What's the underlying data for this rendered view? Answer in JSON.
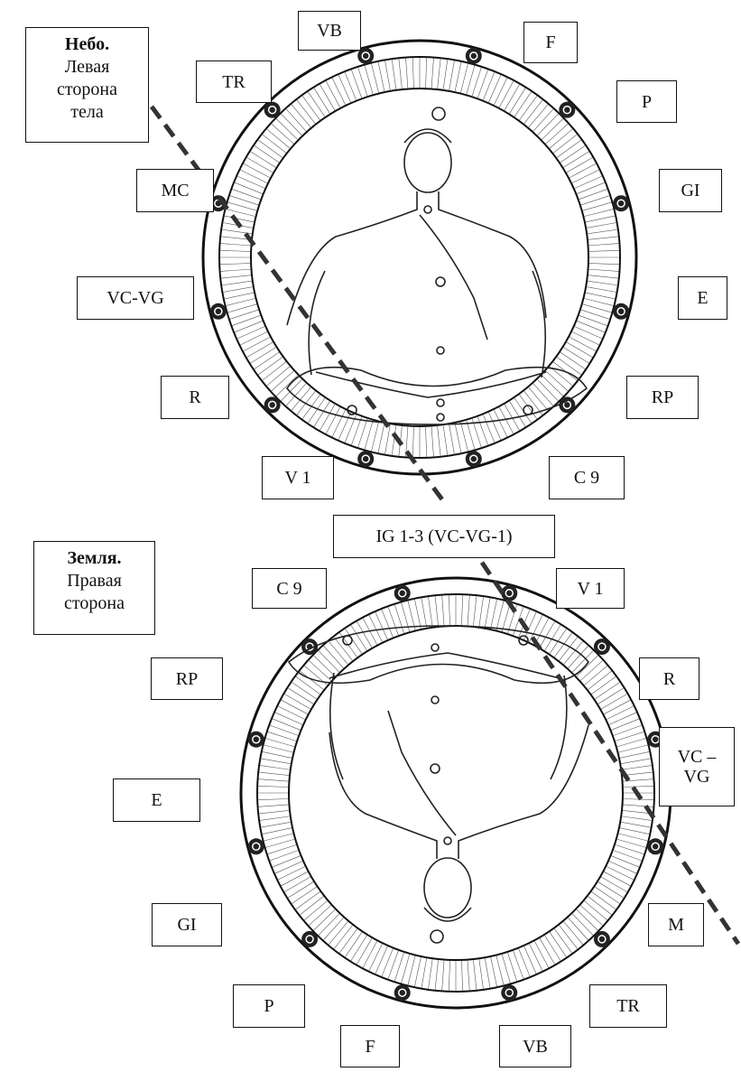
{
  "colors": {
    "ink": "#111111",
    "paper": "#ffffff",
    "shade": "#555555"
  },
  "top_wheel": {
    "caption": {
      "title": "Небо.",
      "lines": [
        "Левая",
        "сторона",
        "тела"
      ]
    },
    "labels": {
      "vb": "VB",
      "f": "F",
      "tr": "TR",
      "p": "P",
      "mc": "MC",
      "gi": "GI",
      "vc_vg": "VC-VG",
      "e": "E",
      "r": "R",
      "rp": "RP",
      "v1": "V 1",
      "c9": "C 9"
    }
  },
  "center_label": "IG 1-3 (VC-VG-1)",
  "bottom_wheel": {
    "caption": {
      "title": "Земля.",
      "lines": [
        "Правая",
        "сторона"
      ]
    },
    "labels": {
      "c9": "C 9",
      "v1": "V 1",
      "rp": "RP",
      "r": "R",
      "vc_vg": "VC – VG",
      "e": "E",
      "gi": "GI",
      "m": "M",
      "p": "P",
      "tr": "TR",
      "f": "F",
      "vb": "VB"
    }
  },
  "icons": [
    "zodiac-sign-icon",
    "seated-figure-icon"
  ]
}
